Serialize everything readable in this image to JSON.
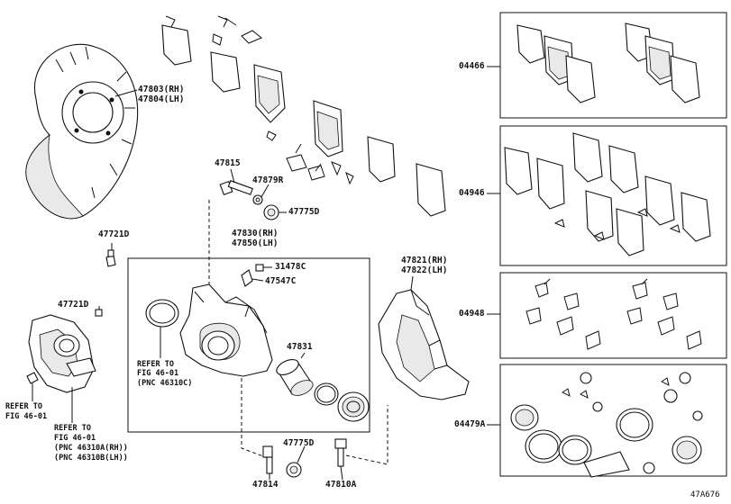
{
  "labels": {
    "p47803": "47803(RH)",
    "p47804": "47804(LH)",
    "p47815": "47815",
    "p47879r": "47879R",
    "p47775d_top": "47775D",
    "p47721d_top": "47721D",
    "p47721d_mid": "47721D",
    "p47830": "47830(RH)",
    "p47850": "47850(LH)",
    "p31478c": "31478C",
    "p47547c": "47547C",
    "p47831": "47831",
    "p47821": "47821(RH)",
    "p47822": "47822(LH)",
    "p47775d_bot": "47775D",
    "p47814": "47814",
    "p47810a": "47810A",
    "k04466": "04466",
    "k04946": "04946",
    "k04948": "04948",
    "k04479a": "04479A",
    "diagram_code": "47A676"
  },
  "notes": {
    "center": {
      "l1": "REFER TO",
      "l2": "FIG 46-01",
      "l3": "(PNC 46310C)"
    },
    "left_small": {
      "l1": "REFER TO",
      "l2": "FIG 46-01"
    },
    "left_big": {
      "l1": "REFER TO",
      "l2": "FIG 46-01",
      "l3": "(PNC 46310A(RH))",
      "l4": "(PNC 46310B(LH))"
    }
  }
}
